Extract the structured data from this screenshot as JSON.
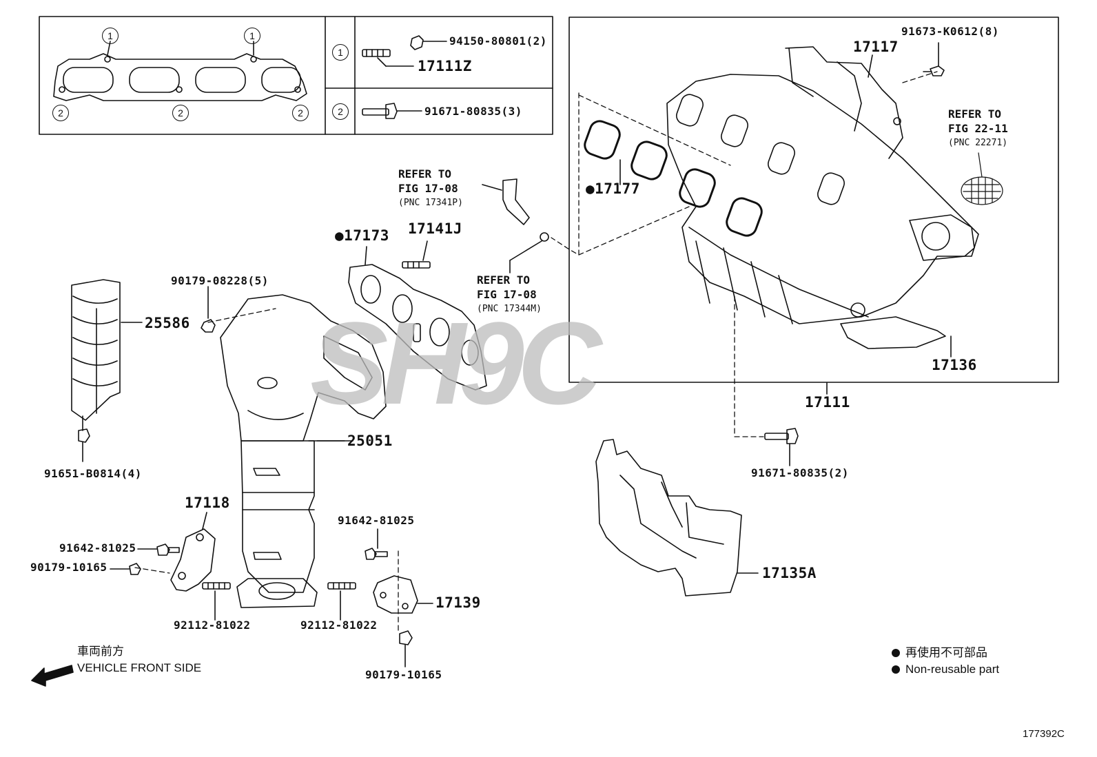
{
  "figure_id": "177392C",
  "watermark": "SH9C",
  "legend": {
    "items": [
      "再使用不可部品",
      "Non-reusable part"
    ]
  },
  "direction": {
    "jp": "車両前方",
    "en": "VEHICLE FRONT SIDE"
  },
  "inset": {
    "circle_1": "1",
    "circle_2": "2",
    "row1_num": "1",
    "row2_num": "2",
    "row1_nut": "94150-80801(2)",
    "row1_stud": "17111Z",
    "row2_bolt": "91671-80835(3)"
  },
  "refs": [
    {
      "line1": "REFER TO",
      "line2": "FIG 17-08",
      "pnc": "(PNC 17341P)"
    },
    {
      "line1": "REFER TO",
      "line2": "FIG 17-08",
      "pnc": "(PNC 17344M)"
    },
    {
      "line1": "REFER TO",
      "line2": "FIG 22-11",
      "pnc": "(PNC 22271)"
    }
  ],
  "parts": {
    "p17117": "17117",
    "p91673": "91673-K0612(8)",
    "p17177": "●17177",
    "p17173": "●17173",
    "p17141J": "17141J",
    "p90179_08228": "90179-08228(5)",
    "p25586": "25586",
    "p25051": "25051",
    "p91651": "91651-B0814(4)",
    "p17136": "17136",
    "p17111": "17111",
    "p91671_2": "91671-80835(2)",
    "p17135A": "17135A",
    "p17118": "17118",
    "p91642_a": "91642-81025",
    "p90179_10165_a": "90179-10165",
    "p92112_a": "92112-81022",
    "p92112_b": "92112-81022",
    "p91642_b": "91642-81025",
    "p17139": "17139",
    "p90179_10165_b": "90179-10165"
  }
}
